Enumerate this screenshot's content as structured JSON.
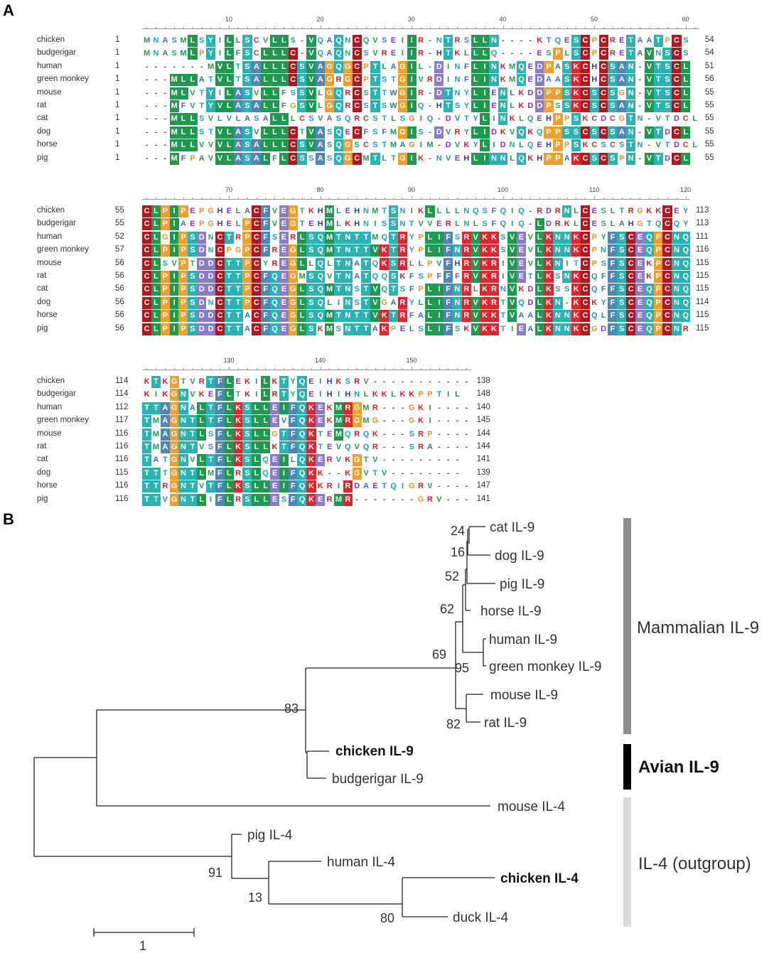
{
  "panel_a_letter": "A",
  "panel_b_letter": "B",
  "alignment": {
    "species": [
      "chicken",
      "budgerigar",
      "human",
      "green monkey",
      "mouse",
      "rat",
      "cat",
      "dog",
      "horse",
      "pig"
    ],
    "blocks": [
      {
        "ruler": [
          "10",
          "20",
          "30",
          "40",
          "50",
          "60"
        ],
        "starts": [
          "1",
          "1",
          "1",
          "1",
          "1",
          "1",
          "1",
          "1",
          "1",
          "1"
        ],
        "ends": [
          "54",
          "54",
          "51",
          "56",
          "55",
          "55",
          "55",
          "55",
          "55",
          "55"
        ],
        "seqs": [
          "MNASMLSYILLSCVLLS-VQAQNCQVSEIIR-NTRSLLN----KTQESCPCRETAATPCS",
          "MNASMLPYILFSCLLLC-VQAQNCSVREIIR-HTKLLLQ----ESPLSCPCRETAVNSCS",
          "-------MVLTSALLLCSVAGQGCPTLAGIL-DINFLINKMQEDPASKCHCSAN-VTSCL",
          "---MLLATVLTSALLLCSVAGRGCPTSTGIVRDINFLINKMQEDAASKCHCSAN-VTSCL",
          "---MLVTYILASVLLFSSVLGQRCSTTWGIR-DTNYLIENLKDDPPSKCSCSGN-VTSCL",
          "---MFVTYVLASALLFGSVLGQRCSTSWGIQ-HTSYLIENLKDDPSSKCSCSAN-VTSCL",
          "---MLLSVLVLASALLLCSVASQRCSTLSGIQ-DVTYLINKLQEHPPSKCDCGTN-VTDCL",
          "---MLLSTVLASVLLLCTVASQECFSFMGIS-DVRYLIDKVQKQPPSSCSCSAN-VTDCL",
          "---MLLVVVLASALLLCSVASQGSCSTMAGIM-DVKYLIDNLQEHPPSKCSCSTN-VTDCL",
          "---MFPAVVLASALFLCSSASQGCMTLTGIK-NVEHLINNLQKHPPAKCSCSPN-VTDCL"
        ]
      },
      {
        "ruler": [
          "70",
          "80",
          "90",
          "100",
          "110",
          "120"
        ],
        "starts": [
          "55",
          "55",
          "52",
          "57",
          "56",
          "56",
          "56",
          "56",
          "56",
          "56"
        ],
        "ends": [
          "113",
          "113",
          "111",
          "116",
          "115",
          "115",
          "115",
          "114",
          "115",
          "115"
        ],
        "seqs": [
          "CLPIPEPGHELACFVEGTKHMLEHNMTSNIKLLLLNQSFQIQ-RDRNLCESLTRGKKCEY",
          "CLPIAEPGHELPCFVEGTEHMLKHNISSNTVVERLNLSFQIQ-LDRKLCESLAHGTQCQY",
          "CLGIPSDNCTRPCFSERLSQMTNTTMQTRYPLIFSRVKKSVEVLKNNKCPYFSCEQPCNQ",
          "CLPIPSDNCPGPCFREGLSQMTNTTVKTRYPLIFNRVKKSVEVLKNNKCPNFSCEQPCNQ",
          "CLSVPTDDCTTPCYREGLLQLTNATQKSRLLPVFHRVKRIVEVLKNITCPSFSCEKPCNQ",
          "CLPIPSDDCTTPCFQEGMSQVTNATQQSKFSPFFFRVKRIVETLKSNKCQFFSCEKPCNQ",
          "CLPIPSDDCTTPCFQEGLSQMTNSTVQTSFPLIFNRLKRNVKDLKSSKCQFFSCEQPCNQ",
          "CLPIPSDNCTTPCFQEGLSQLINSTVGARYLLIFNRVKRTVQDLKN-KCKYFSCEQPCNQ",
          "CLPIPSDDCTTACFQEGLSQMTNTTVKTRFALIFNRVKKTVAALKNNKCQLFSCEQPCNQ",
          "CLPIPSDDCTTACFQEGLSKMSNTTAKPELSLIFSKVKKTIEALKNNKCGDFSCEQPCNR"
        ]
      },
      {
        "ruler": [
          "130",
          "140",
          "150"
        ],
        "starts": [
          "114",
          "114",
          "112",
          "117",
          "116",
          "116",
          "116",
          "115",
          "116",
          "116"
        ],
        "ends": [
          "138",
          "148",
          "140",
          "145",
          "144",
          "144",
          "141",
          "139",
          "147",
          "141"
        ],
        "seqs": [
          "KTKGTVRTFLEKILKTYQEIHKSRV-----------",
          "KIKGNVKEFLTKILRTYQEIHIHNLKKLKKPPTIL",
          "TTAGNALTFLKSLLEIFQKEKMRGMR---GKI----",
          "TMAGNTLTFLKSLLEVFQKEKMRGMG---GKI----",
          "TMAGNTLSFLKSLLGTFQKTEMQRQK---SRP----",
          "TMAGNTVSFLKSLLKTFQKTEVQVQR---SRA----",
          "TATGNVLTFLKSLQEILQKERVKGTV---------",
          "TTTGNTLMFLRSLQEIFQKK--KGVTV--------",
          "TTRGNTVTFLKSLLEIFQKKRIRDAETQIGRV----",
          "TTVGNTLIFLRSLLESFQKERMR-------GRV---"
        ]
      }
    ],
    "colors": {
      "green": "#1e9a4f",
      "steel": "#4f86b8",
      "teal": "#2ab3b3",
      "darkred": "#b5161e",
      "red": "#e4232c",
      "orange": "#f0a02a",
      "purple": "#8a7bcf",
      "navy": "#2d3d9c",
      "brown": "#8b6b56",
      "magenta": "#cc2c98"
    }
  },
  "tree": {
    "leaves": {
      "cat": "cat IL-9",
      "dog": "dog IL-9",
      "pig9": "pig IL-9",
      "horse": "horse IL-9",
      "human9": "human IL-9",
      "monkey": "green monkey IL-9",
      "mouse9": "mouse IL-9",
      "rat": "rat IL-9",
      "chicken9": "chicken IL-9",
      "budgie": "budgerigar IL-9",
      "mouse4": "mouse IL-4",
      "pig4": "pig IL-4",
      "human4": "human IL-4",
      "chicken4": "chicken IL-4",
      "duck": "duck IL-4"
    },
    "bootstrap": {
      "b24": "24",
      "b16": "16",
      "b52": "52",
      "b62": "62",
      "b69": "69",
      "b95": "95",
      "b82": "82",
      "b83": "83",
      "b91": "91",
      "b13": "13",
      "b80": "80"
    },
    "groups": {
      "mammalian": "Mammalian IL-9",
      "avian": "Avian IL-9",
      "outgroup": "IL-4 (outgroup)"
    },
    "group_colors": {
      "mammalian": "#8c8c8c",
      "avian": "#000000",
      "outgroup": "#d9d9d9"
    },
    "scale_label": "1"
  }
}
